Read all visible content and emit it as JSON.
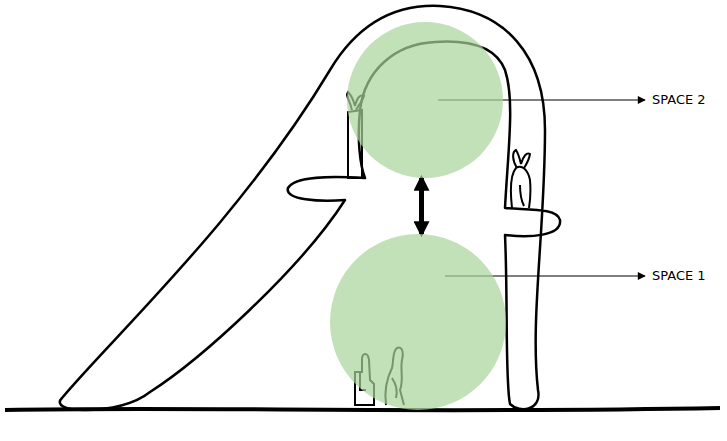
{
  "diagram": {
    "nodes": [
      {
        "text": [
          "SPACE 2"
        ]
      },
      {
        "text": [
          "SPACE 1"
        ]
      }
    ],
    "edges": [
      {
        "from": 0,
        "to": 1,
        "arrow": "both"
      }
    ]
  }
}
